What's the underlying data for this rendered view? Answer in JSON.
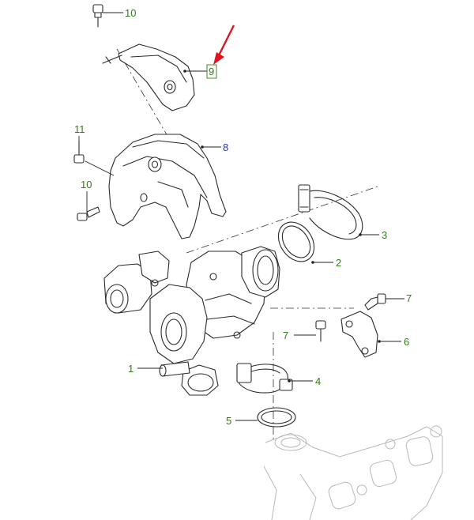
{
  "colors": {
    "label_green": "#2f7d19",
    "label_blue": "#2233cc",
    "arrow_red": "#e0141e",
    "line": "#2b2b2b"
  },
  "callouts": {
    "c10_top": "10",
    "c9": "9",
    "c8": "8",
    "c11": "11",
    "c10_left": "10",
    "c3": "3",
    "c2": "2",
    "c7_right": "7",
    "c7_mid": "7",
    "c6": "6",
    "c1": "1",
    "c4": "4",
    "c5": "5"
  }
}
